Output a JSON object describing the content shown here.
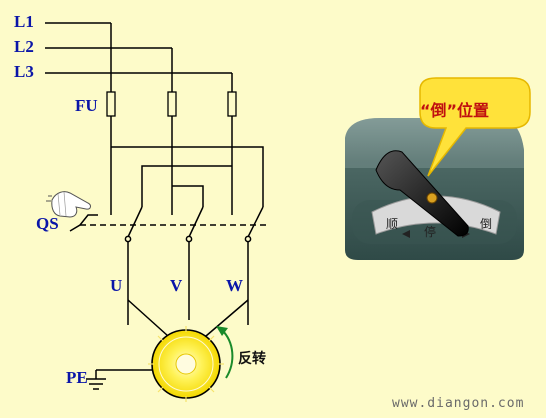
{
  "diagram": {
    "phase_labels": [
      "L1",
      "L2",
      "L3"
    ],
    "fuse_label": "FU",
    "switch_label": "QS",
    "terminal_labels": [
      "U",
      "V",
      "W"
    ],
    "ground_label": "PE",
    "rotation_label": "反转",
    "callout_text": "“倒”位置",
    "dial_labels": {
      "left": "顺",
      "center": "停",
      "right": "倒"
    },
    "website": "www.diangon.com"
  },
  "colors": {
    "background": "#fdfbc9",
    "label_blue": "#0a15a8",
    "callout_fill": "#ffe23a",
    "callout_text": "#c01010",
    "switch_box": "#3f5c58",
    "motor_yellow": "#ffe600",
    "rotation_arrow": "#1a8a2a"
  }
}
